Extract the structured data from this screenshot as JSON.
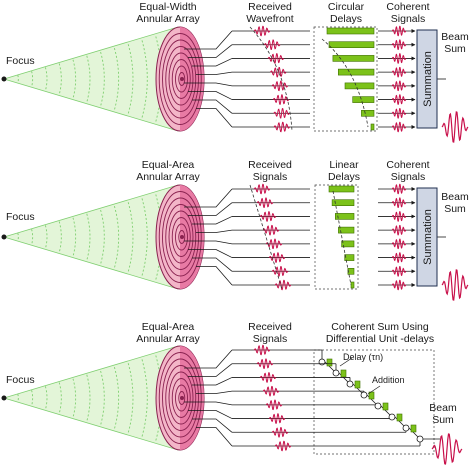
{
  "colors": {
    "cone_fill": "#e3f5d8",
    "cone_arc": "#7fcf70",
    "ring_pink": "#f3b6c8",
    "ring_dark": "#e87aa4",
    "ring_stroke": "#8a2250",
    "signal": "#c8104a",
    "delay_fill": "#7cc21a",
    "delay_stroke": "#3f6f00",
    "sum_box": "#cfd6e4",
    "sum_stroke": "#1f2f4f"
  },
  "panels": [
    {
      "focus_label": "Focus",
      "array_label": [
        "Equal-Width",
        "Annular Array"
      ],
      "signals_label": [
        "Received",
        "Wavefront"
      ],
      "delays_label": [
        "Circular",
        "Delays"
      ],
      "coherent_label": [
        "Coherent",
        "Signals"
      ],
      "sum_label": "Summation",
      "beam_label": [
        "Beam",
        "Sum"
      ],
      "rings": 8,
      "delay_type": "circular"
    },
    {
      "focus_label": "Focus",
      "array_label": [
        "Equal-Area",
        "Annular Array"
      ],
      "signals_label": [
        "Received",
        "Signals"
      ],
      "delays_label": [
        "Linear",
        "Delays"
      ],
      "coherent_label": [
        "Coherent",
        "Signals"
      ],
      "sum_label": "Summation",
      "beam_label": [
        "Beam",
        "Sum"
      ],
      "rings": 8,
      "delay_type": "linear"
    },
    {
      "focus_label": "Focus",
      "array_label": [
        "Equal-Area",
        "Annular Array"
      ],
      "signals_label": [
        "Received",
        "Signals"
      ],
      "coherent_sum_label": [
        "Coherent Sum Using",
        "Differential Unit -delays"
      ],
      "delay_note": "Delay (τn)",
      "addition_note": "Addition",
      "beam_label": [
        "Beam",
        "Sum"
      ],
      "rings": 8,
      "delay_type": "differential"
    }
  ]
}
